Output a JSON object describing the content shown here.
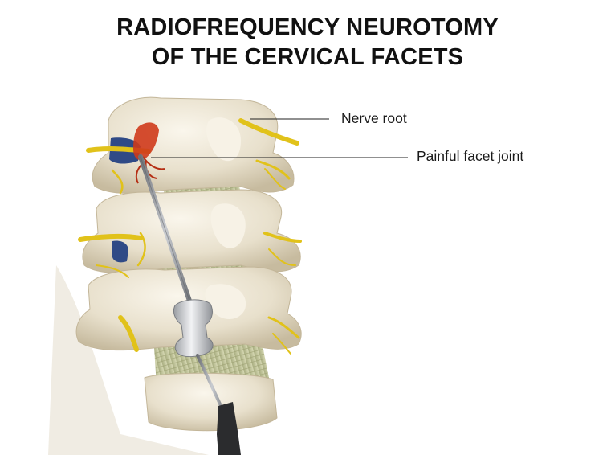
{
  "title": {
    "line1": "RADIOFREQUENCY NEUROTOMY",
    "line2": "OF THE CERVICAL FACETS"
  },
  "labels": {
    "nerve_root": "Nerve root",
    "painful_facet_joint": "Painful facet joint"
  },
  "colors": {
    "bone": "#ede6d6",
    "bone_shadow": "#c9bea6",
    "nerve": "#e1c21a",
    "disc": "#c2c69a",
    "inflamed_joint": "#cf3a1b",
    "vessel": "#2f4a86",
    "probe": "#8a8d92"
  }
}
